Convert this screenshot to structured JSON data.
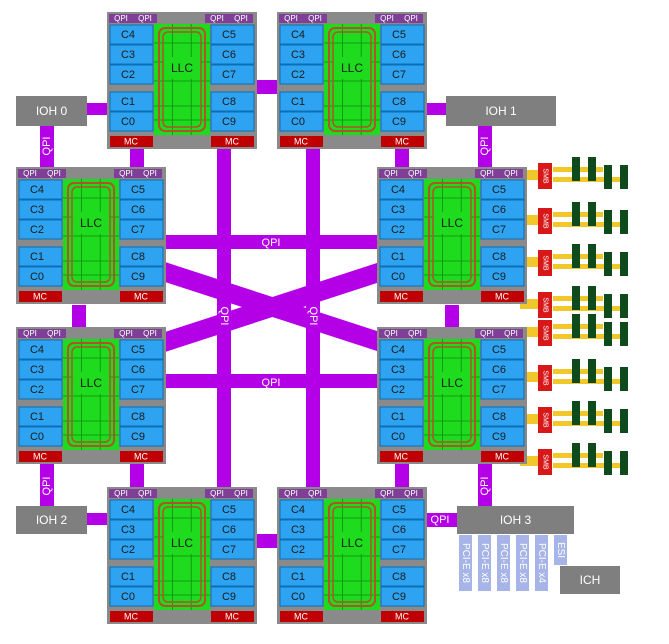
{
  "colors": {
    "link": "#b400e6",
    "link_light": "#d58cff",
    "frame": "#8a8a8a",
    "qpi_bar": "#7f3f97",
    "core": "#2ea3f2",
    "core_border": "#0a6fb5",
    "llc": "#1edb1e",
    "llc_ring": "#b0532a",
    "mc": "#c00000",
    "ioh": "#7f7f7f",
    "smb": "#d81818",
    "dimm_bus": "#f2c72b",
    "dimm": "#0e4a1c",
    "pcie": "#a7b4e8"
  },
  "socket": {
    "qpi_label": "QPI",
    "llc_label": "LLC",
    "mc_label": "MC",
    "cores_left": [
      "C4",
      "C3",
      "C2",
      "C1",
      "C0"
    ],
    "cores_right": [
      "C5",
      "C6",
      "C7",
      "C8",
      "C9"
    ]
  },
  "links": {
    "label": "QPI"
  },
  "ioh": [
    "IOH 0",
    "IOH 1",
    "IOH 2",
    "IOH 3"
  ],
  "ich": "ICH",
  "smb_label": "SMB",
  "pcie_slots": [
    "PCI-E x8",
    "PCI-E x8",
    "PCI-E x8",
    "PCI-E x8",
    "PCI-E x4",
    "ESI"
  ]
}
